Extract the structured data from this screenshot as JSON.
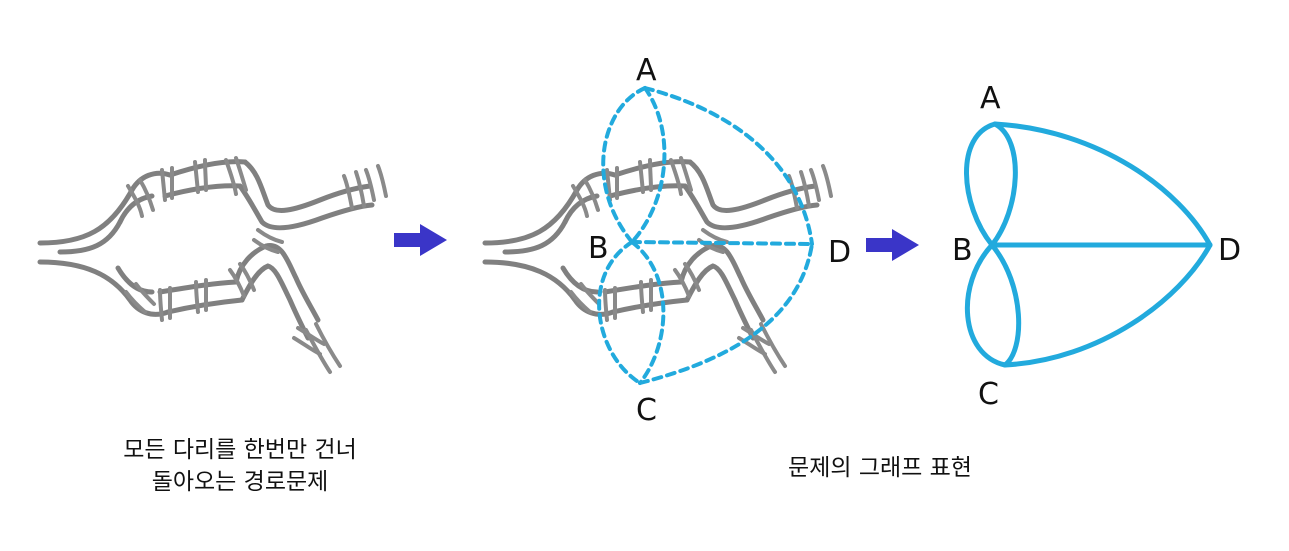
{
  "colors": {
    "river": "#808080",
    "bridge": "#8a8a8a",
    "edge": "#22aadd",
    "arrow": "#3a35c8",
    "text": "#111111"
  },
  "panel_map": {
    "caption_line1": "모든 다리를 한번만 건너",
    "caption_line2": "돌아오는 경로문제"
  },
  "panel_overlay": {
    "nodes": {
      "a": "A",
      "b": "B",
      "c": "C",
      "d": "D"
    }
  },
  "panel_graph": {
    "nodes": {
      "a": "A",
      "b": "B",
      "c": "C",
      "d": "D"
    }
  },
  "caption_graph": "문제의 그래프 표현",
  "icons": [
    "right-arrow-icon",
    "right-arrow-icon"
  ]
}
